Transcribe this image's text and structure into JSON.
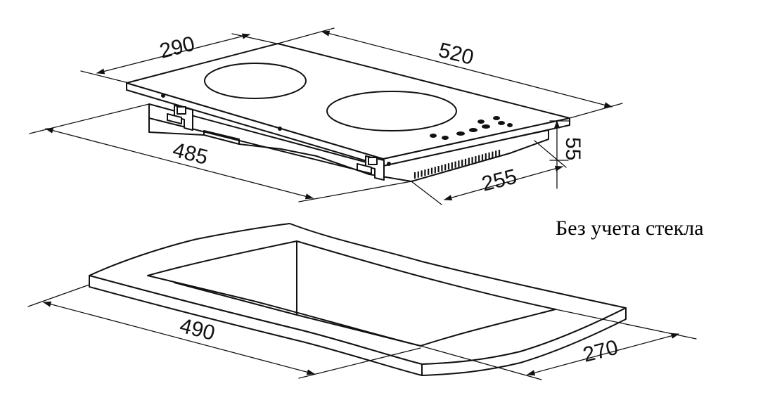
{
  "dimensions": {
    "top_depth": "290",
    "top_width": "520",
    "body_width": "485",
    "body_depth": "255",
    "height": "55",
    "cutout_width": "490",
    "cutout_depth": "270"
  },
  "note": "Без учета стекла",
  "colors": {
    "line": "#111111",
    "background": "#ffffff"
  }
}
